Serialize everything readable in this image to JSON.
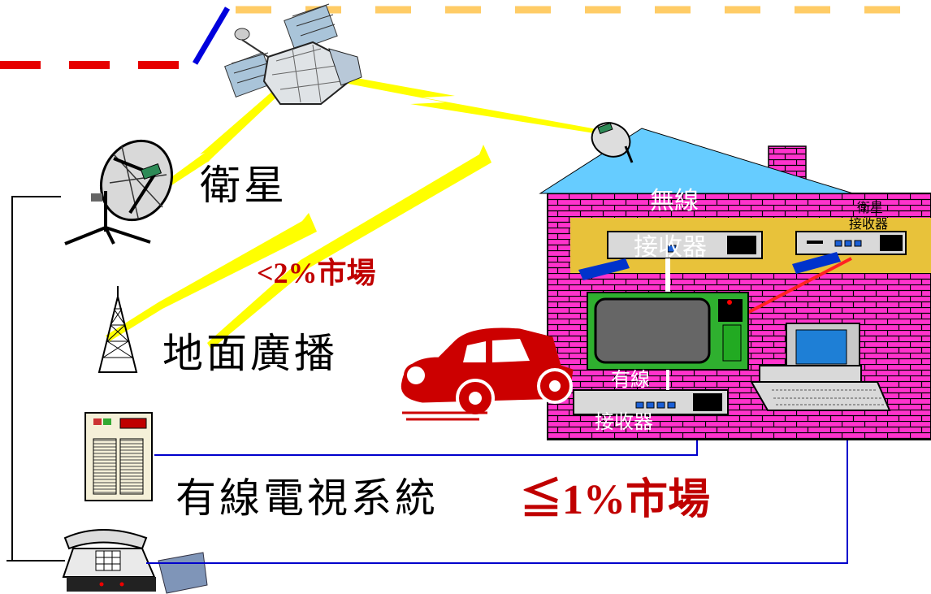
{
  "labels": {
    "satellite": "衛星",
    "terrestrial": "地面廣播",
    "cable_tv": "有線電視系統",
    "market_2pct": "<2%市場",
    "market_1pct": "≦1%市場",
    "wireless_receiver_line1": "無線",
    "wireless_receiver_line2": "接收器",
    "satellite_receiver_line1": "衛星",
    "satellite_receiver_line2": "接收器",
    "cable_receiver_line1": "有線",
    "cable_receiver_line2": "接收器"
  },
  "colors": {
    "house_wall": "#ff33cc",
    "roof": "#66ccff",
    "receiver_band": "#e8c23a",
    "beam": "#ffff00",
    "market_text": "#c00000",
    "cable_line": "#0000cc",
    "dash_red": "#e60000",
    "dash_orange": "#ffcc66",
    "car": "#cc0000"
  },
  "icons": [
    "satellite-icon",
    "dish-antenna-icon",
    "broadcast-tower-icon",
    "cable-headend-icon",
    "telephone-icon",
    "house-icon",
    "television-icon",
    "computer-icon",
    "car-icon"
  ]
}
